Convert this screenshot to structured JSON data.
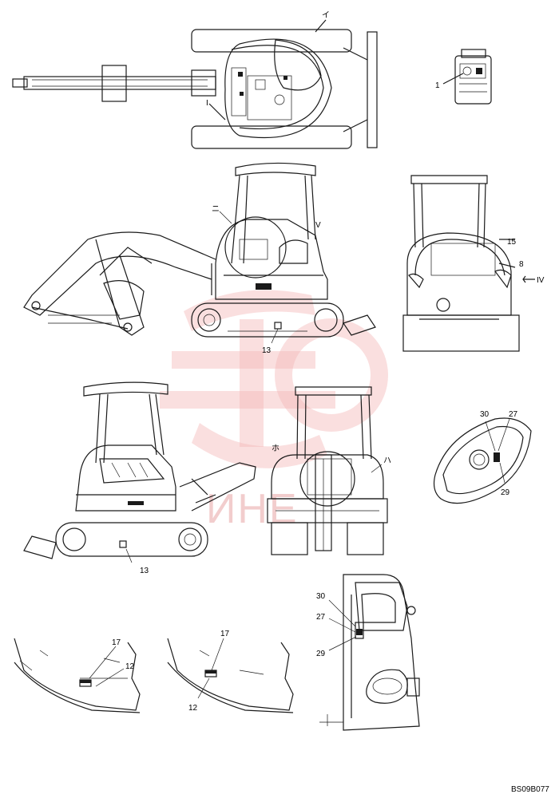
{
  "drawing_code": "BS09B077",
  "watermark_text": "ИНЕ",
  "callouts": {
    "top_view_ro": "イ",
    "top_view_i": "I",
    "switch_panel_1": "1",
    "side_view_ni": "ニ",
    "side_view_v": "V",
    "side_view_13": "13",
    "rear_view_15": "15",
    "rear_view_8": "8",
    "rear_view_iv": "IV",
    "left_view_13": "13",
    "front_view_ho": "ホ",
    "front_view_ha": "ハ",
    "cover_30": "30",
    "cover_27": "27",
    "cover_29": "29",
    "panel_a_17": "17",
    "panel_a_12": "12",
    "panel_b_17": "17",
    "panel_b_12": "12",
    "door_30": "30",
    "door_27": "27",
    "door_29": "29"
  },
  "colors": {
    "line": "#1a1a1a",
    "watermark": "#f4b9b9"
  }
}
